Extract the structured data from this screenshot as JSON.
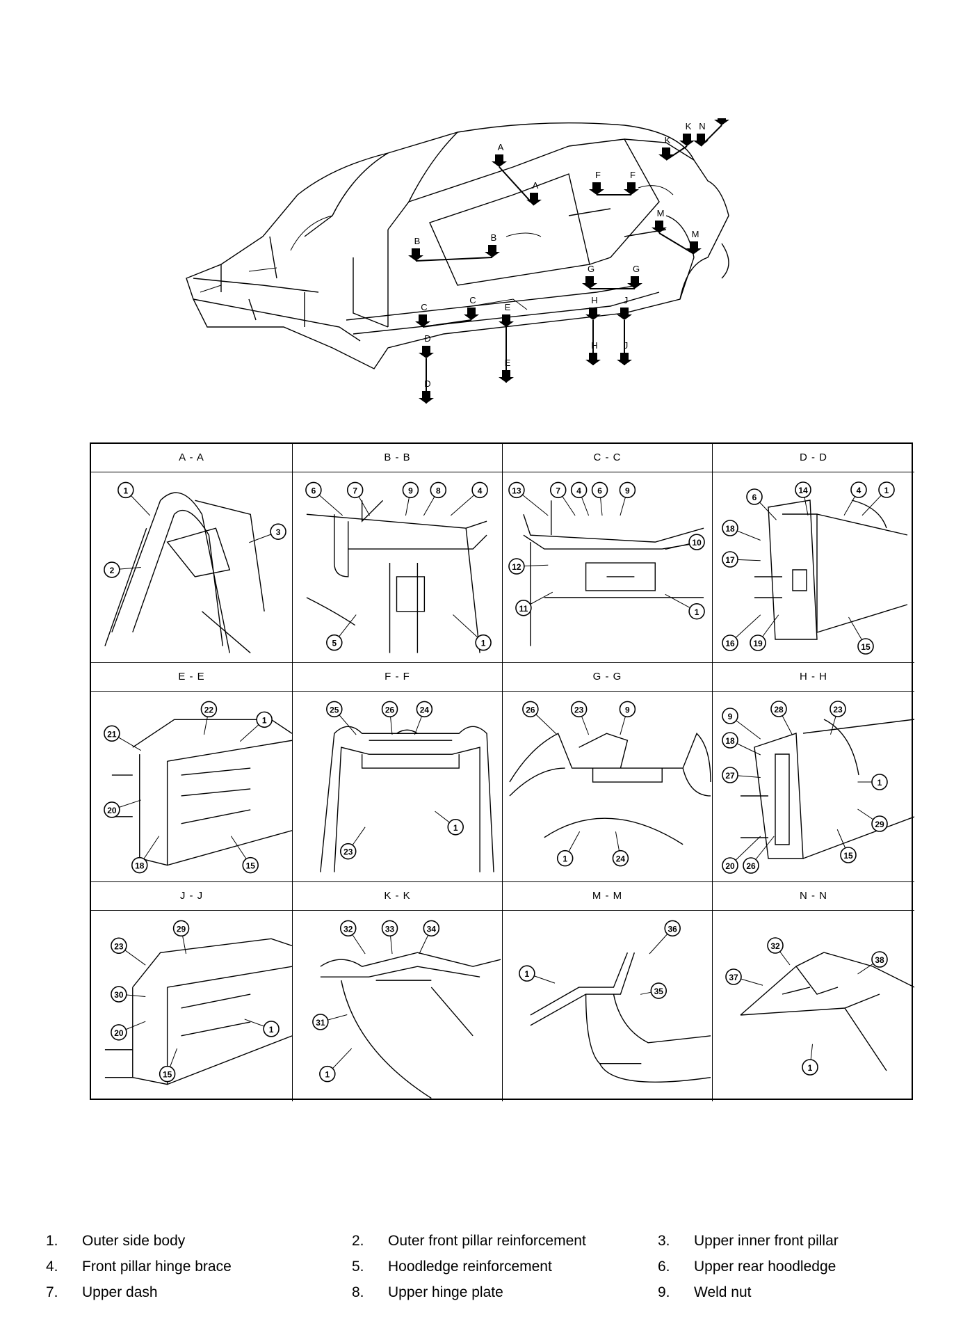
{
  "car_view": {
    "markers": [
      {
        "letter": "A"
      },
      {
        "letter": "A"
      },
      {
        "letter": "B"
      },
      {
        "letter": "B"
      },
      {
        "letter": "C"
      },
      {
        "letter": "C"
      },
      {
        "letter": "D"
      },
      {
        "letter": "D"
      },
      {
        "letter": "E"
      },
      {
        "letter": "E"
      },
      {
        "letter": "F"
      },
      {
        "letter": "F"
      },
      {
        "letter": "G"
      },
      {
        "letter": "G"
      },
      {
        "letter": "H"
      },
      {
        "letter": "H"
      },
      {
        "letter": "J"
      },
      {
        "letter": "J"
      },
      {
        "letter": "K"
      },
      {
        "letter": "K"
      },
      {
        "letter": "M"
      },
      {
        "letter": "M"
      },
      {
        "letter": "N"
      },
      {
        "letter": "N"
      }
    ]
  },
  "sections": [
    {
      "title": "A - A",
      "callouts": [
        "1",
        "2",
        "3"
      ]
    },
    {
      "title": "B - B",
      "callouts": [
        "6",
        "7",
        "9",
        "8",
        "4",
        "5",
        "1"
      ]
    },
    {
      "title": "C - C",
      "callouts": [
        "13",
        "7",
        "4",
        "6",
        "9",
        "10",
        "12",
        "11",
        "1"
      ]
    },
    {
      "title": "D - D",
      "callouts": [
        "6",
        "14",
        "4",
        "1",
        "18",
        "17",
        "16",
        "19",
        "15"
      ]
    },
    {
      "title": "E - E",
      "callouts": [
        "22",
        "1",
        "21",
        "20",
        "18",
        "15"
      ]
    },
    {
      "title": "F - F",
      "callouts": [
        "25",
        "26",
        "24",
        "23",
        "1"
      ]
    },
    {
      "title": "G - G",
      "callouts": [
        "26",
        "23",
        "9",
        "1",
        "24"
      ]
    },
    {
      "title": "H - H",
      "callouts": [
        "9",
        "28",
        "23",
        "18",
        "27",
        "1",
        "29",
        "20",
        "26",
        "15"
      ]
    },
    {
      "title": "J - J",
      "callouts": [
        "29",
        "23",
        "30",
        "1",
        "20",
        "15"
      ]
    },
    {
      "title": "K - K",
      "callouts": [
        "32",
        "33",
        "34",
        "31",
        "1"
      ]
    },
    {
      "title": "M - M",
      "callouts": [
        "36",
        "1",
        "35"
      ]
    },
    {
      "title": "N - N",
      "callouts": [
        "32",
        "38",
        "37",
        "1"
      ]
    }
  ],
  "legend": [
    {
      "num": "1.",
      "text": "Outer side body"
    },
    {
      "num": "2.",
      "text": "Outer front pillar reinforcement"
    },
    {
      "num": "3.",
      "text": "Upper inner front pillar"
    },
    {
      "num": "4.",
      "text": "Front pillar hinge brace"
    },
    {
      "num": "5.",
      "text": "Hoodledge reinforcement"
    },
    {
      "num": "6.",
      "text": "Upper rear hoodledge"
    },
    {
      "num": "7.",
      "text": "Upper dash"
    },
    {
      "num": "8.",
      "text": "Upper hinge plate"
    },
    {
      "num": "9.",
      "text": "Weld nut"
    }
  ]
}
